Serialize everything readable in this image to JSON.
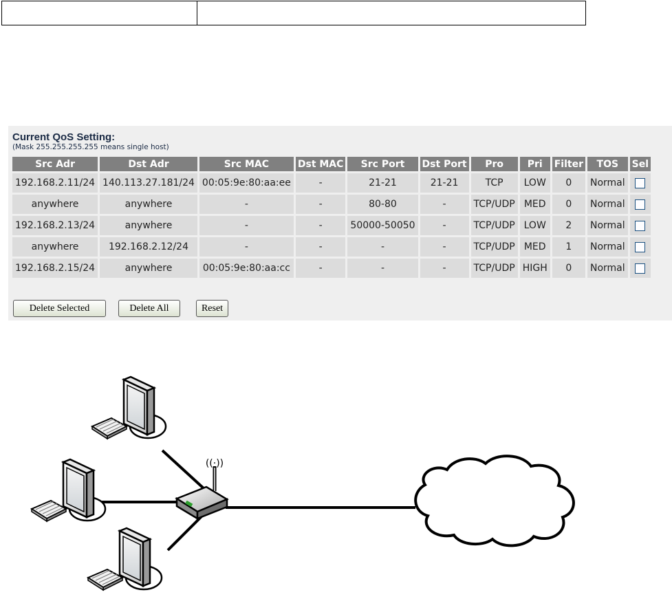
{
  "qos": {
    "title": "Current QoS Setting:",
    "subtitle": "(Mask 255.255.255.255 means single host)",
    "columns": [
      "Src Adr",
      "Dst Adr",
      "Src MAC",
      "Dst MAC",
      "Src Port",
      "Dst Port",
      "Pro",
      "Pri",
      "Filter",
      "TOS",
      "Sel"
    ],
    "rows": [
      [
        "192.168.2.11/24",
        "140.113.27.181/24",
        "00:05:9e:80:aa:ee",
        "-",
        "21-21",
        "21-21",
        "TCP",
        "LOW",
        "0",
        "Normal"
      ],
      [
        "anywhere",
        "anywhere",
        "-",
        "-",
        "80-80",
        "-",
        "TCP/UDP",
        "MED",
        "0",
        "Normal"
      ],
      [
        "192.168.2.13/24",
        "anywhere",
        "-",
        "-",
        "50000-50050",
        "-",
        "TCP/UDP",
        "LOW",
        "2",
        "Normal"
      ],
      [
        "anywhere",
        "192.168.2.12/24",
        "-",
        "-",
        "-",
        "-",
        "TCP/UDP",
        "MED",
        "1",
        "Normal"
      ],
      [
        "192.168.2.15/24",
        "anywhere",
        "00:05:9e:80:aa:cc",
        "-",
        "-",
        "-",
        "TCP/UDP",
        "HIGH",
        "0",
        "Normal"
      ]
    ],
    "buttons": {
      "delete_selected": "Delete Selected",
      "delete_all": "Delete All",
      "reset": "Reset"
    }
  },
  "diagram": {
    "icons": [
      "computer-icon",
      "computer-icon",
      "computer-icon",
      "wireless-router-icon",
      "internet-cloud-icon"
    ]
  }
}
